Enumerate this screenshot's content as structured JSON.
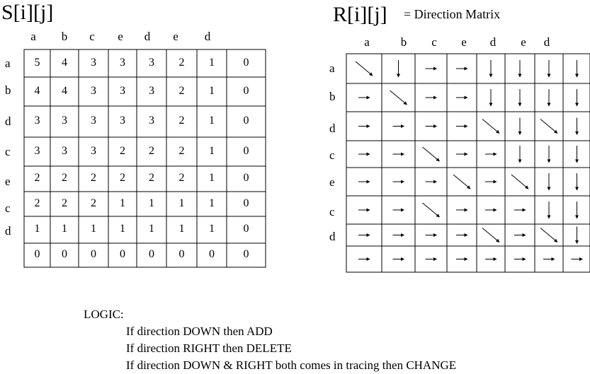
{
  "s_matrix": {
    "title": "S[i][j]",
    "col_headers": [
      "a",
      "b",
      "c",
      "e",
      "d",
      "e",
      "d"
    ],
    "row_headers": [
      "a",
      "b",
      "d",
      "c",
      "e",
      "c",
      "d"
    ],
    "rows": [
      [
        "5",
        "4",
        "3",
        "3",
        "3",
        "2",
        "1",
        "0"
      ],
      [
        "4",
        "4",
        "3",
        "3",
        "3",
        "2",
        "1",
        "0"
      ],
      [
        "3",
        "3",
        "3",
        "3",
        "3",
        "2",
        "1",
        "0"
      ],
      [
        "3",
        "3",
        "3",
        "2",
        "2",
        "2",
        "1",
        "0"
      ],
      [
        "2",
        "2",
        "2",
        "2",
        "2",
        "2",
        "1",
        "0"
      ],
      [
        "2",
        "2",
        "2",
        "1",
        "1",
        "1",
        "1",
        "0"
      ],
      [
        "1",
        "1",
        "1",
        "1",
        "1",
        "1",
        "1",
        "0"
      ],
      [
        "0",
        "0",
        "0",
        "0",
        "0",
        "0",
        "0",
        "0"
      ]
    ]
  },
  "r_matrix": {
    "title": "R[i][j]",
    "subtitle": "= Direction Matrix",
    "col_headers": [
      "a",
      "b",
      "c",
      "e",
      "d",
      "e",
      "d"
    ],
    "row_headers": [
      "a",
      "b",
      "d",
      "c",
      "e",
      "c",
      "d"
    ],
    "rows": [
      [
        "diag",
        "down",
        "right",
        "right",
        "down",
        "down",
        "down",
        "down"
      ],
      [
        "right",
        "diag",
        "right",
        "right",
        "down",
        "down",
        "down",
        "down"
      ],
      [
        "right",
        "right",
        "right",
        "right",
        "diag",
        "down",
        "diag",
        "down"
      ],
      [
        "right",
        "right",
        "diag",
        "right",
        "right",
        "down",
        "down",
        "down"
      ],
      [
        "right",
        "right",
        "right",
        "diag",
        "right",
        "diag",
        "down",
        "down"
      ],
      [
        "right",
        "right",
        "diag",
        "right",
        "right",
        "right",
        "down",
        "down"
      ],
      [
        "right",
        "right",
        "right",
        "right",
        "diag",
        "right",
        "diag",
        "down"
      ],
      [
        "right",
        "right",
        "right",
        "right",
        "right",
        "right",
        "right",
        "right"
      ]
    ]
  },
  "logic": {
    "heading": "LOGIC:",
    "lines": [
      "If direction DOWN then ADD",
      "If direction RIGHT then DELETE",
      "If direction DOWN & RIGHT both comes in tracing then CHANGE"
    ]
  }
}
